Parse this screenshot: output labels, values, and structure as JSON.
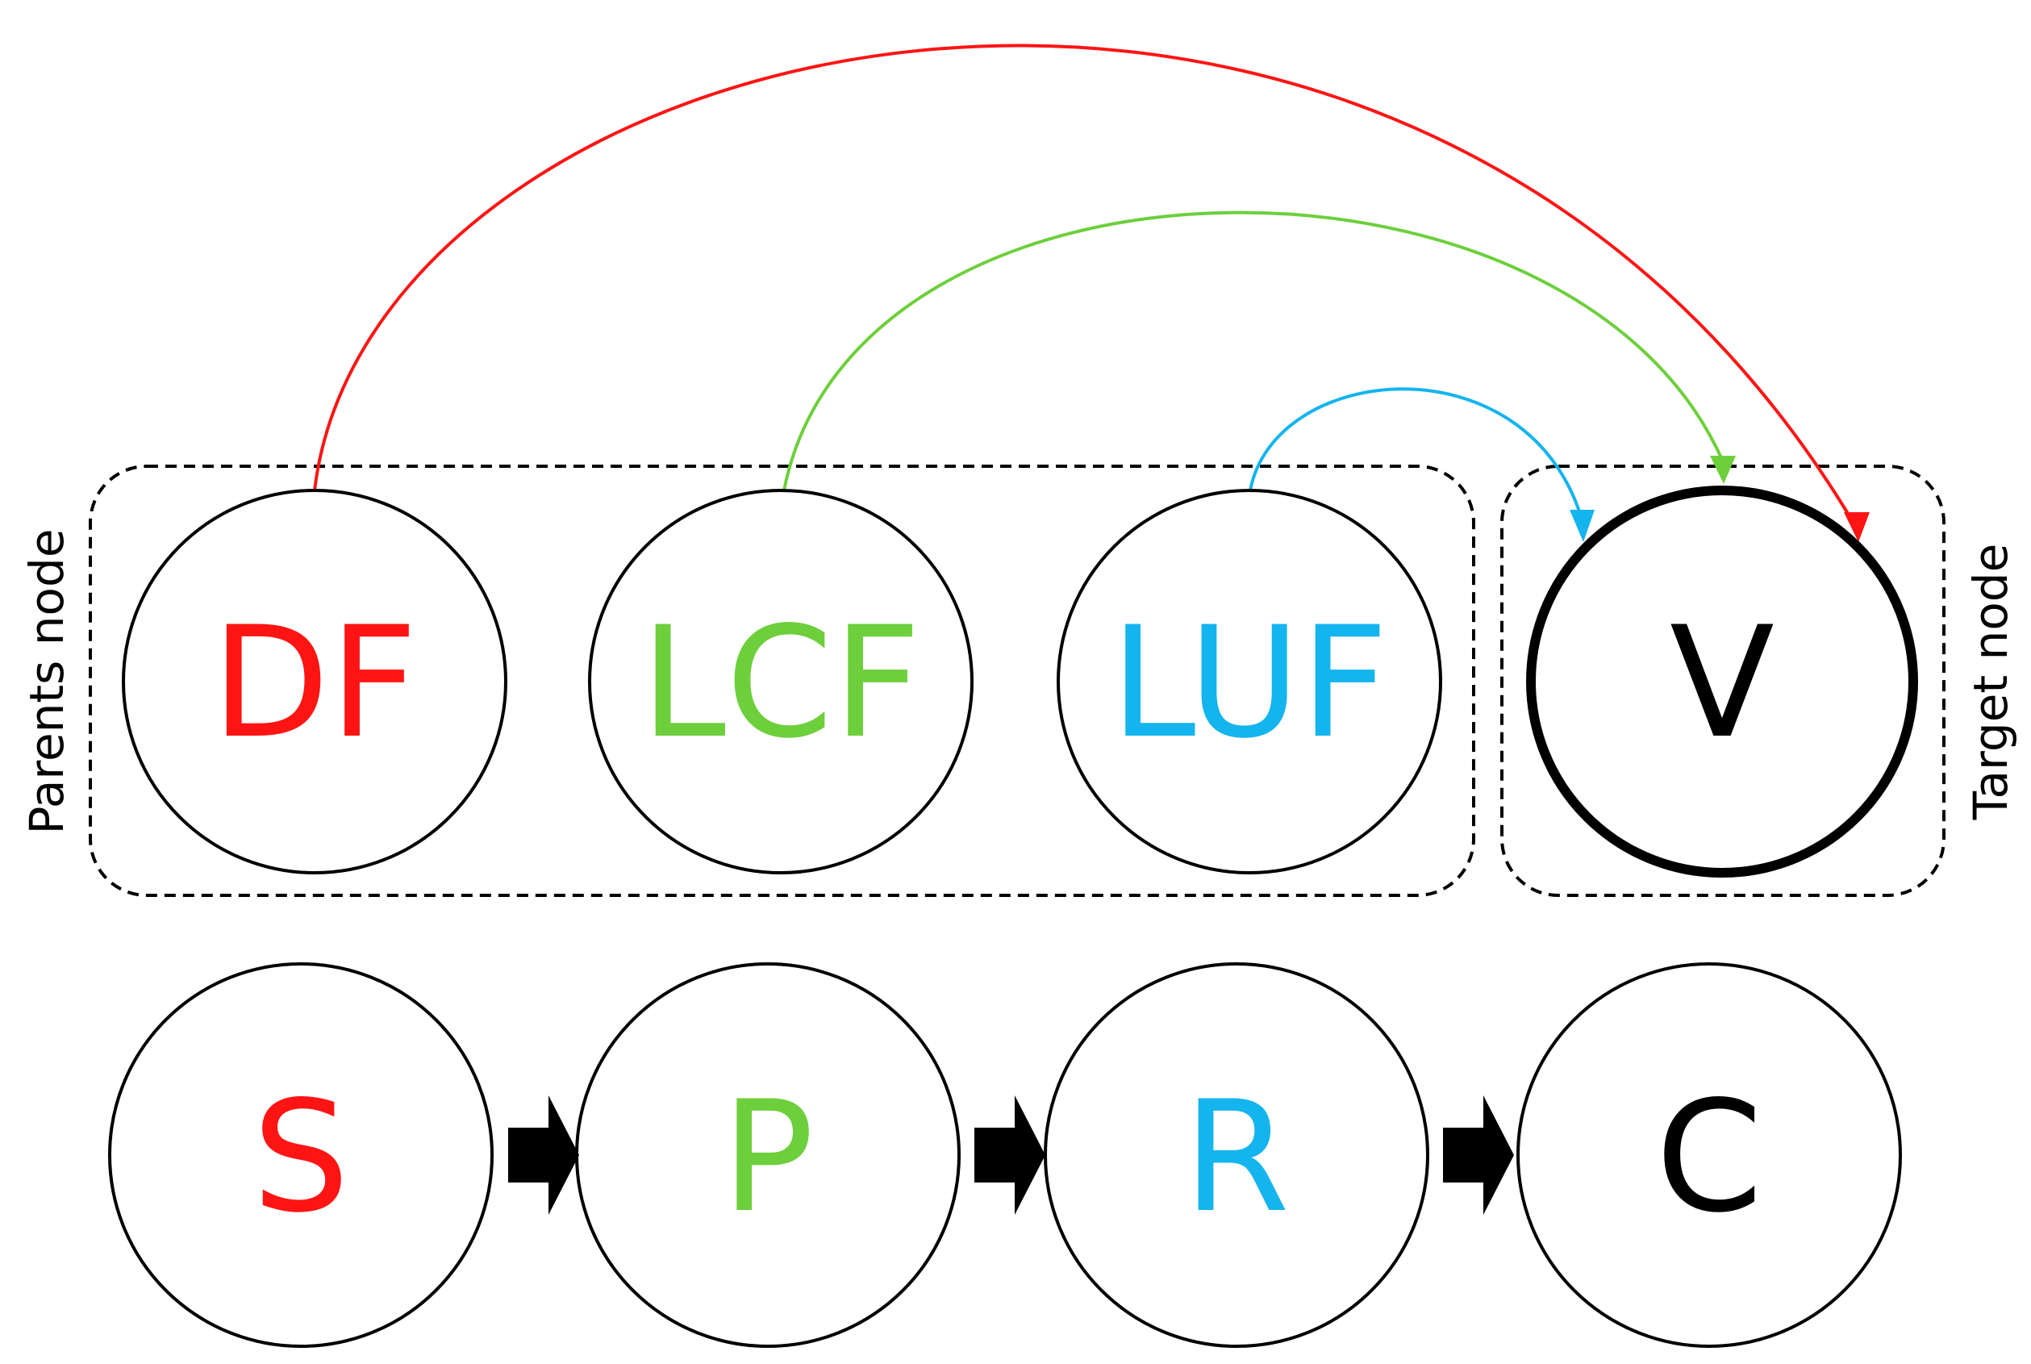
{
  "colors": {
    "red": "#ff1414",
    "green": "#6dcf3c",
    "blue": "#14b4ee",
    "black": "#000000"
  },
  "groups": {
    "parents_label": "Parents node",
    "target_label": "Target node"
  },
  "top_nodes": [
    {
      "id": "df",
      "label": "DF",
      "color": "red"
    },
    {
      "id": "lcf",
      "label": "LCF",
      "color": "green"
    },
    {
      "id": "luf",
      "label": "LUF",
      "color": "blue"
    },
    {
      "id": "v",
      "label": "V",
      "color": "black"
    }
  ],
  "bottom_nodes": [
    {
      "id": "s",
      "label": "S",
      "color": "red"
    },
    {
      "id": "p",
      "label": "P",
      "color": "green"
    },
    {
      "id": "r",
      "label": "R",
      "color": "blue"
    },
    {
      "id": "c",
      "label": "C",
      "color": "black"
    }
  ],
  "edges": [
    {
      "from": "df",
      "to": "v",
      "color": "red"
    },
    {
      "from": "lcf",
      "to": "v",
      "color": "green"
    },
    {
      "from": "luf",
      "to": "v",
      "color": "blue"
    }
  ],
  "sequence_arrows": [
    {
      "from": "s",
      "to": "p"
    },
    {
      "from": "p",
      "to": "r"
    },
    {
      "from": "r",
      "to": "c"
    }
  ]
}
